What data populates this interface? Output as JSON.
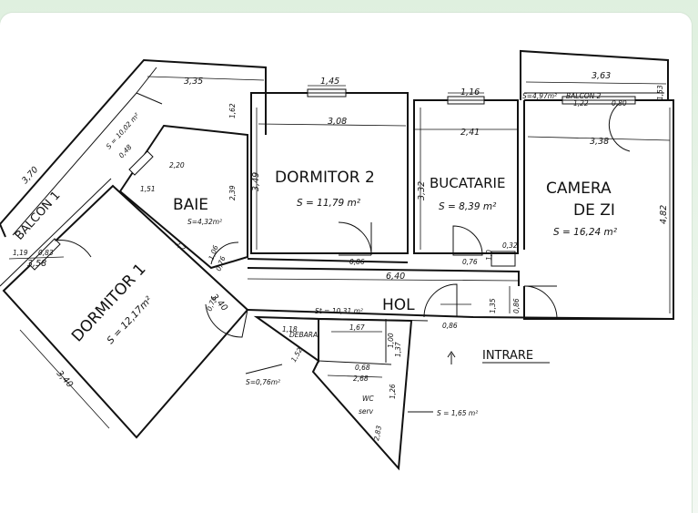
{
  "plan": {
    "rooms": {
      "dormitor2": {
        "name": "DORMITOR 2",
        "area": "S = 11,79 m²",
        "dims": [
          "3,08",
          "3,49"
        ],
        "window": "1,45",
        "door": "0,86"
      },
      "bucatarie": {
        "name": "BUCATARIE",
        "area": "S = 8,39 m²",
        "dims": [
          "2,41",
          "3,32"
        ],
        "window": "1,16",
        "door": "0,76",
        "extra": [
          "0,32",
          "1,0"
        ]
      },
      "camera": {
        "name_l1": "CAMERA",
        "name_l2": "DE ZI",
        "area": "S = 16,24 m²",
        "dims": [
          "3,38",
          "4,82"
        ]
      },
      "baie": {
        "name": "BAIE",
        "area": "S=4,32m²",
        "dims": [
          "2,20",
          "2,39",
          "1,51",
          "2,2",
          "1,06",
          "0,76"
        ]
      },
      "dormitor1": {
        "name": "DORMITOR 1",
        "area": "S = 12,17m²",
        "dims": [
          "3,58",
          "3,40",
          "3,40"
        ],
        "window": [
          "1,19",
          "0,83"
        ]
      },
      "hol": {
        "name": "HOL",
        "area": "St = 10,31 m²",
        "dims": [
          "6,40",
          "1,67",
          "0,86",
          "1,35",
          "0,86",
          "0,76",
          "1,37"
        ]
      },
      "debara": {
        "name": "DEBARA",
        "area": "S=0,76m²",
        "dims": [
          "1,18",
          "1,52",
          "0,68"
        ]
      },
      "wc": {
        "name_l1": "WC",
        "name_l2": "serv",
        "area": "S = 1,65 m²",
        "dims": [
          "2,68",
          "1,00",
          "1,26",
          "2,83"
        ]
      }
    },
    "balconies": {
      "b1": {
        "name": "BALCON 1",
        "area": "S = 10,02 m²",
        "dims": [
          "3,35",
          "3,70",
          "1,62",
          "0,48"
        ]
      },
      "b2": {
        "name": "BALCON 2",
        "area": "S=4,97m²",
        "dims": [
          "3,63",
          "1,53",
          "1,22",
          "0,80"
        ]
      }
    },
    "entry": "INTRARE"
  }
}
